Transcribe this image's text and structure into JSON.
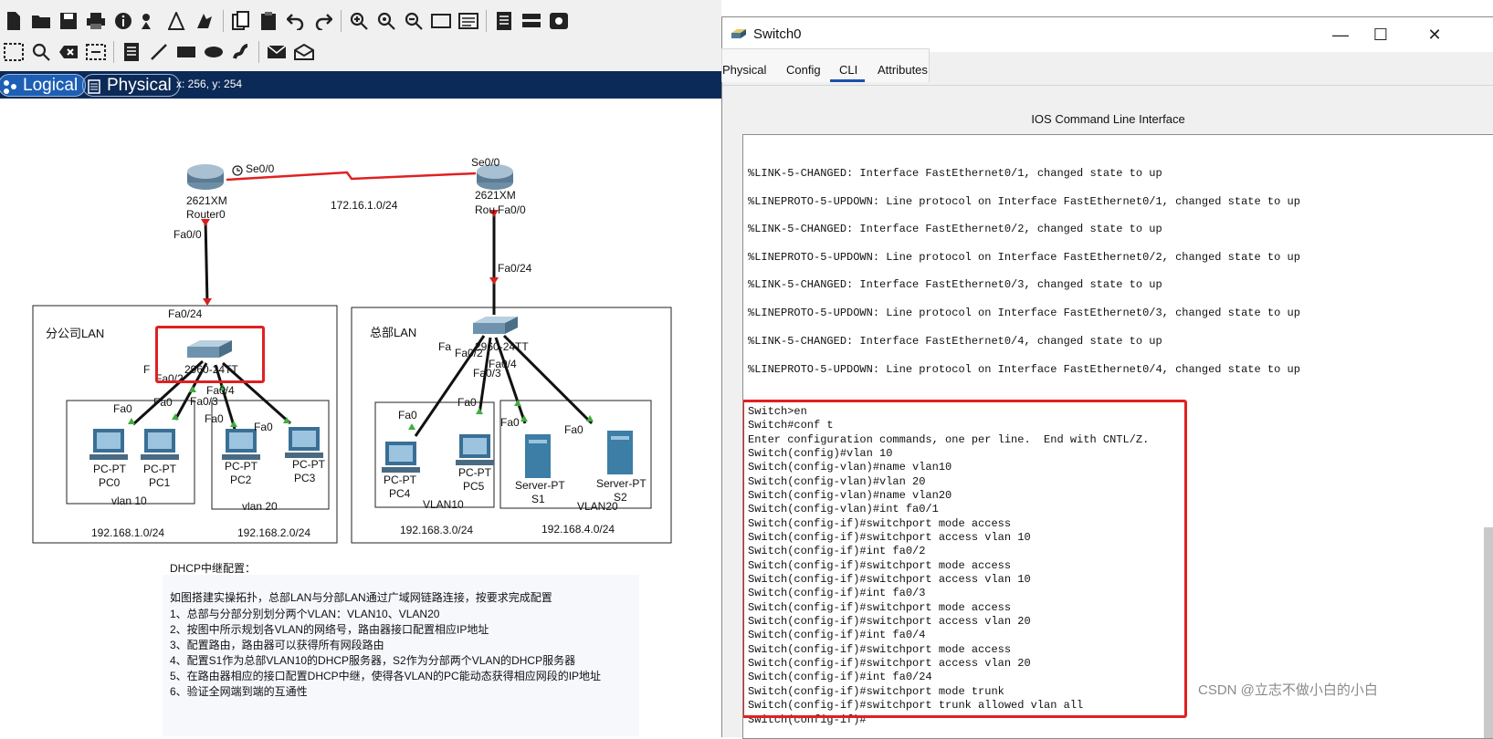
{
  "workspace": {
    "tab_logical": "Logical",
    "tab_physical": "Physical",
    "coords": "x: 256, y: 254"
  },
  "topology": {
    "router0_model": "2621XM",
    "router0_name": "Router0",
    "router0_serial": "Se0/0",
    "router0_fa": "Fa0/0",
    "router1_model": "2621XM",
    "router1_name": "Rou",
    "router1_serial": "Se0/0",
    "router1_fa": "Fa0/0",
    "wan_net": "172.16.1.0/24",
    "r0_link_fa": "Fa0/0",
    "r1_link_fa": "Fa0/24",
    "branch_lan_title": "分公司LAN",
    "hq_lan_title": "总部LAN",
    "branch_sw_up": "Fa0/24",
    "branch_sw_label": "2960-24TT",
    "branch_sw_p1": "F",
    "branch_sw_p2": "Fa0/2",
    "branch_sw_p3": "Fa0/3",
    "branch_sw_p4": "Fa0/4",
    "hq_sw_label": "2960-24TT",
    "hq_sw_p1": "Fa",
    "hq_sw_p2": "Fa0/2",
    "hq_sw_p3": "Fa0/3",
    "hq_sw_p4": "Fa0/4",
    "devices": [
      {
        "type": "PC-PT",
        "name": "PC0",
        "port": "Fa0"
      },
      {
        "type": "PC-PT",
        "name": "PC1",
        "port": "Fa0"
      },
      {
        "type": "PC-PT",
        "name": "PC2",
        "port": "Fa0"
      },
      {
        "type": "PC-PT",
        "name": "PC3",
        "port": "Fa0"
      },
      {
        "type": "PC-PT",
        "name": "PC4",
        "port": "Fa0"
      },
      {
        "type": "PC-PT",
        "name": "PC5",
        "port": "Fa0"
      },
      {
        "type": "Server-PT",
        "name": "S1",
        "port": "Fa0"
      },
      {
        "type": "Server-PT",
        "name": "S2",
        "port": "Fa0"
      }
    ],
    "vlan10_branch": "vlan 10",
    "vlan20_branch": "vlan 20",
    "vlan10_hq": "VLAN10",
    "vlan20_hq": "VLAN20",
    "net1": "192.168.1.0/24",
    "net2": "192.168.2.0/24",
    "net3": "192.168.3.0/24",
    "net4": "192.168.4.0/24"
  },
  "info": {
    "title": "DHCP中继配置：",
    "lines": [
      "如图搭建实操拓扑，总部LAN与分部LAN通过广域网链路连接，按要求完成配置",
      "1、总部与分部分别划分两个VLAN：VLAN10、VLAN20",
      "2、按图中所示规划各VLAN的网络号，路由器接口配置相应IP地址",
      "3、配置路由，路由器可以获得所有网段路由",
      "4、配置S1作为总部VLAN10的DHCP服务器，S2作为分部两个VLAN的DHCP服务器",
      "5、在路由器相应的接口配置DHCP中继，使得各VLAN的PC能动态获得相应网段的IP地址",
      "6、验证全网端到端的互通性"
    ]
  },
  "window": {
    "title": "Switch0",
    "tabs": [
      "Physical",
      "Config",
      "CLI",
      "Attributes"
    ],
    "cli_caption": "IOS Command Line Interface",
    "cli_lines": [
      "%LINK-5-CHANGED: Interface FastEthernet0/1, changed state to up",
      "%LINEPROTO-5-UPDOWN: Line protocol on Interface FastEthernet0/1, changed state to up",
      "%LINK-5-CHANGED: Interface FastEthernet0/2, changed state to up",
      "%LINEPROTO-5-UPDOWN: Line protocol on Interface FastEthernet0/2, changed state to up",
      "%LINK-5-CHANGED: Interface FastEthernet0/3, changed state to up",
      "%LINEPROTO-5-UPDOWN: Line protocol on Interface FastEthernet0/3, changed state to up",
      "%LINK-5-CHANGED: Interface FastEthernet0/4, changed state to up",
      "%LINEPROTO-5-UPDOWN: Line protocol on Interface FastEthernet0/4, changed state to up"
    ],
    "cli_commands": [
      "Switch>en",
      "Switch#conf t",
      "Enter configuration commands, one per line.  End with CNTL/Z.",
      "Switch(config)#vlan 10",
      "Switch(config-vlan)#name vlan10",
      "Switch(config-vlan)#vlan 20",
      "Switch(config-vlan)#name vlan20",
      "Switch(config-vlan)#int fa0/1",
      "Switch(config-if)#switchport mode access",
      "Switch(config-if)#switchport access vlan 10",
      "Switch(config-if)#int fa0/2",
      "Switch(config-if)#switchport mode access",
      "Switch(config-if)#switchport access vlan 10",
      "Switch(config-if)#int fa0/3",
      "Switch(config-if)#switchport mode access",
      "Switch(config-if)#switchport access vlan 20",
      "Switch(config-if)#int fa0/4",
      "Switch(config-if)#switchport mode access",
      "Switch(config-if)#switchport access vlan 20",
      "Switch(config-if)#int fa0/24",
      "Switch(config-if)#switchport mode trunk",
      "Switch(config-if)#switchport trunk allowed vlan all",
      "Switch(config-if)#"
    ]
  },
  "watermark": "CSDN @立志不做小白的小白",
  "colors": {
    "accent_red": "#e02020",
    "tab_bar": "#0c2a57",
    "link_green": "#3fae3f",
    "link_red": "#d42020"
  }
}
